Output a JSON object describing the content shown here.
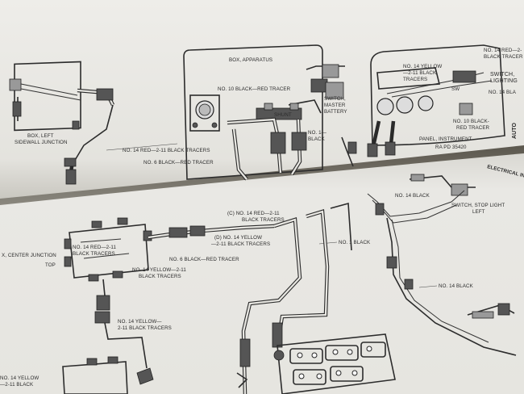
{
  "top_page": {
    "labels": {
      "box_apparatus": "BOX, APPARATUS",
      "black_red_tracer_10": "NO. 10 BLACK—RED TRACER",
      "shunt": "SHUNT",
      "switch_master_battery_1": "SWITCH,",
      "switch_master_battery_2": "MASTER",
      "switch_master_battery_3": "BATTERY",
      "box_left_1": "BOX, LEFT",
      "box_left_2": "SIDEWALL JUNCTION",
      "red_black_14": "NO. 14 RED—2-11 BLACK TRACERS",
      "black_red_6": "NO. 6 BLACK—RED TRACER",
      "no1_1": "NO. 1—",
      "no1_2": "BLACK",
      "yellow_14_1": "NO. 14 YELLOW",
      "yellow_14_2": "—2-11 BLACK",
      "yellow_14_3": "TRACERS",
      "red_14_top_1": "NO. 14 RED—2-",
      "red_14_top_2": "BLACK TRACER",
      "switch_lighting_1": "SWITCH,",
      "switch_lighting_2": "LIGHTING",
      "no14_right": "NO. 14 BLA",
      "sw": "SW",
      "red_tracer_10_1": "NO. 10 BLACK-",
      "red_tracer_10_2": "RED TRACER",
      "panel_instrument": "PANEL, INSTRUMENT",
      "page_ref": "RA PD 35420",
      "side_tab": "AUTO"
    }
  },
  "bottom_page": {
    "labels": {
      "center_junction": "X, CENTER JUNCTION",
      "top": "TOP",
      "red_14_bl_1": "NO. 14 RED—2-11",
      "red_14_bl_2": "BLACK TRACERS",
      "yellow_14_bl_1": "NO. 14 YELLOW—2-11",
      "yellow_14_bl_2": "BLACK TRACERS",
      "c_red_1": "(C) NO. 14 RED—2-11",
      "c_red_2": "BLACK TRACERS",
      "d_yellow_1": "(D) NO. 14 YELLOW",
      "d_yellow_2": "—2-11 BLACK TRACERS",
      "black_red_6": "NO. 6 BLACK—RED TRACER",
      "no1_black": "NO. 1 BLACK",
      "yellow_14_mid_1": "NO. 14 YELLOW—",
      "yellow_14_mid_2": "2-11 BLACK TRACERS",
      "yellow_14_low_1": "NO. 14 YELLOW",
      "yellow_14_low_2": "—2-11 BLACK",
      "no14_black": "NO. 14 BLACK",
      "no14_black_2": "NO. 14 BLACK",
      "switch_stop_light_1": "SWITCH, STOP LIGHT",
      "switch_stop_light_2": "LEFT",
      "electrical_inst": "ELECTRICAL INST"
    }
  }
}
